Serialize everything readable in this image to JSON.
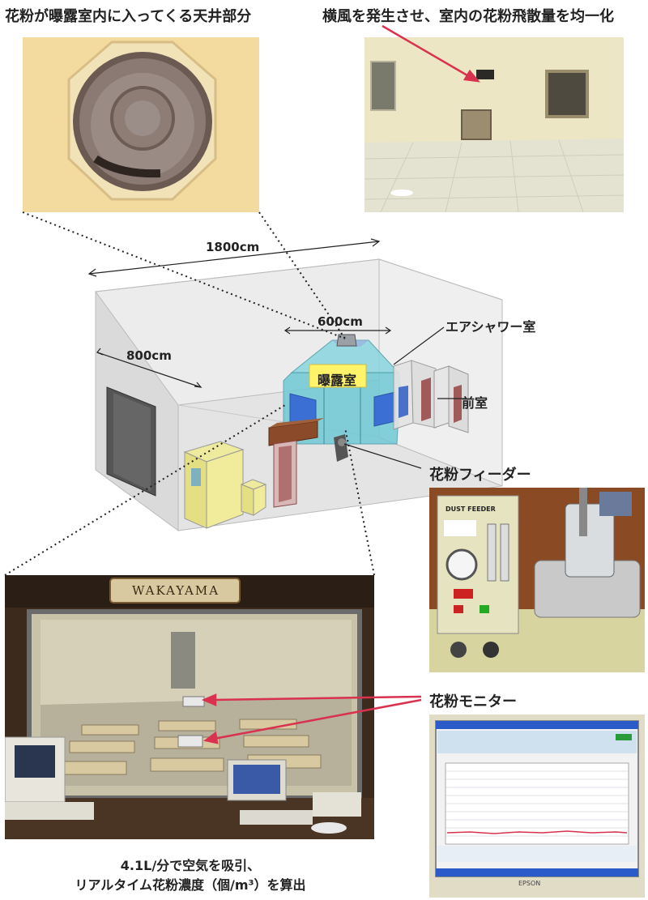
{
  "captions": {
    "ceiling": "花粉が曝露室内に入ってくる天井部分",
    "crosswind": "横風を発生させ、室内の花粉飛散量を均一化",
    "airshower": "エアシャワー室",
    "anteroom": "前室",
    "feeder": "花粉フィーダー",
    "monitor": "花粉モニター",
    "bottom_line1": "4.1L/分で空気を吸引、",
    "bottom_line2": "リアルタイム花粉濃度（個/m³）を算出"
  },
  "diagram": {
    "length": "1800cm",
    "width": "800cm",
    "chamber_width": "600cm",
    "chamber_label": "曝露室"
  },
  "photos": {
    "classroom_sign": "WAKAYAMA",
    "feeder_panel": "DUST FEEDER",
    "monitor_brand": "EPSON"
  },
  "colors": {
    "arrow": "#d9324f",
    "chamber": "#5ec8d6",
    "label_bg": "#fff36a",
    "box": "#e6e6e6"
  }
}
